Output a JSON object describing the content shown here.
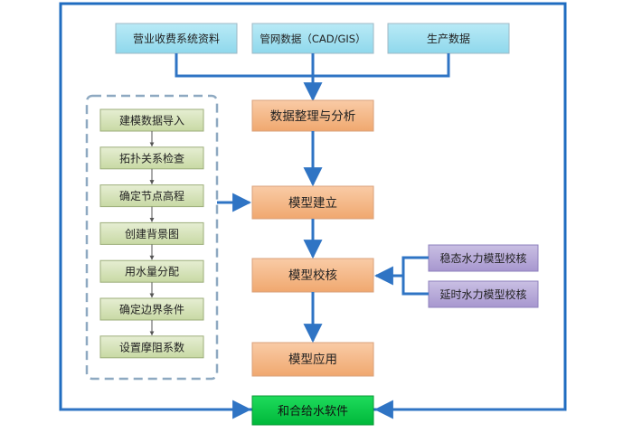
{
  "sources": {
    "billing": "营业收费系统资料",
    "pipe_network": "管网数据（CAD/GIS）",
    "production": "生产数据"
  },
  "main_flow": {
    "organize": "数据整理与分析",
    "build": "模型建立",
    "calibrate": "模型校核",
    "apply": "模型应用",
    "software": "和合给水软件"
  },
  "build_steps": [
    "建模数据导入",
    "拓扑关系检查",
    "确定节点高程",
    "创建背景图",
    "用水量分配",
    "确定边界条件",
    "设置摩阻系数"
  ],
  "calibration_methods": {
    "steady": "稳态水力模型校核",
    "extended": "延时水力模型校核"
  },
  "colors": {
    "frame_blue": "#1F6CC0",
    "arrow_blue": "#2F74C4",
    "source_fill": "#9CDFF0",
    "main_fill": "#F4B183",
    "step_fill": "#D7E4BD",
    "method_fill": "#B4A7D6",
    "software_fill": "#00CC44",
    "dash_gray": "#8EA9C1"
  }
}
